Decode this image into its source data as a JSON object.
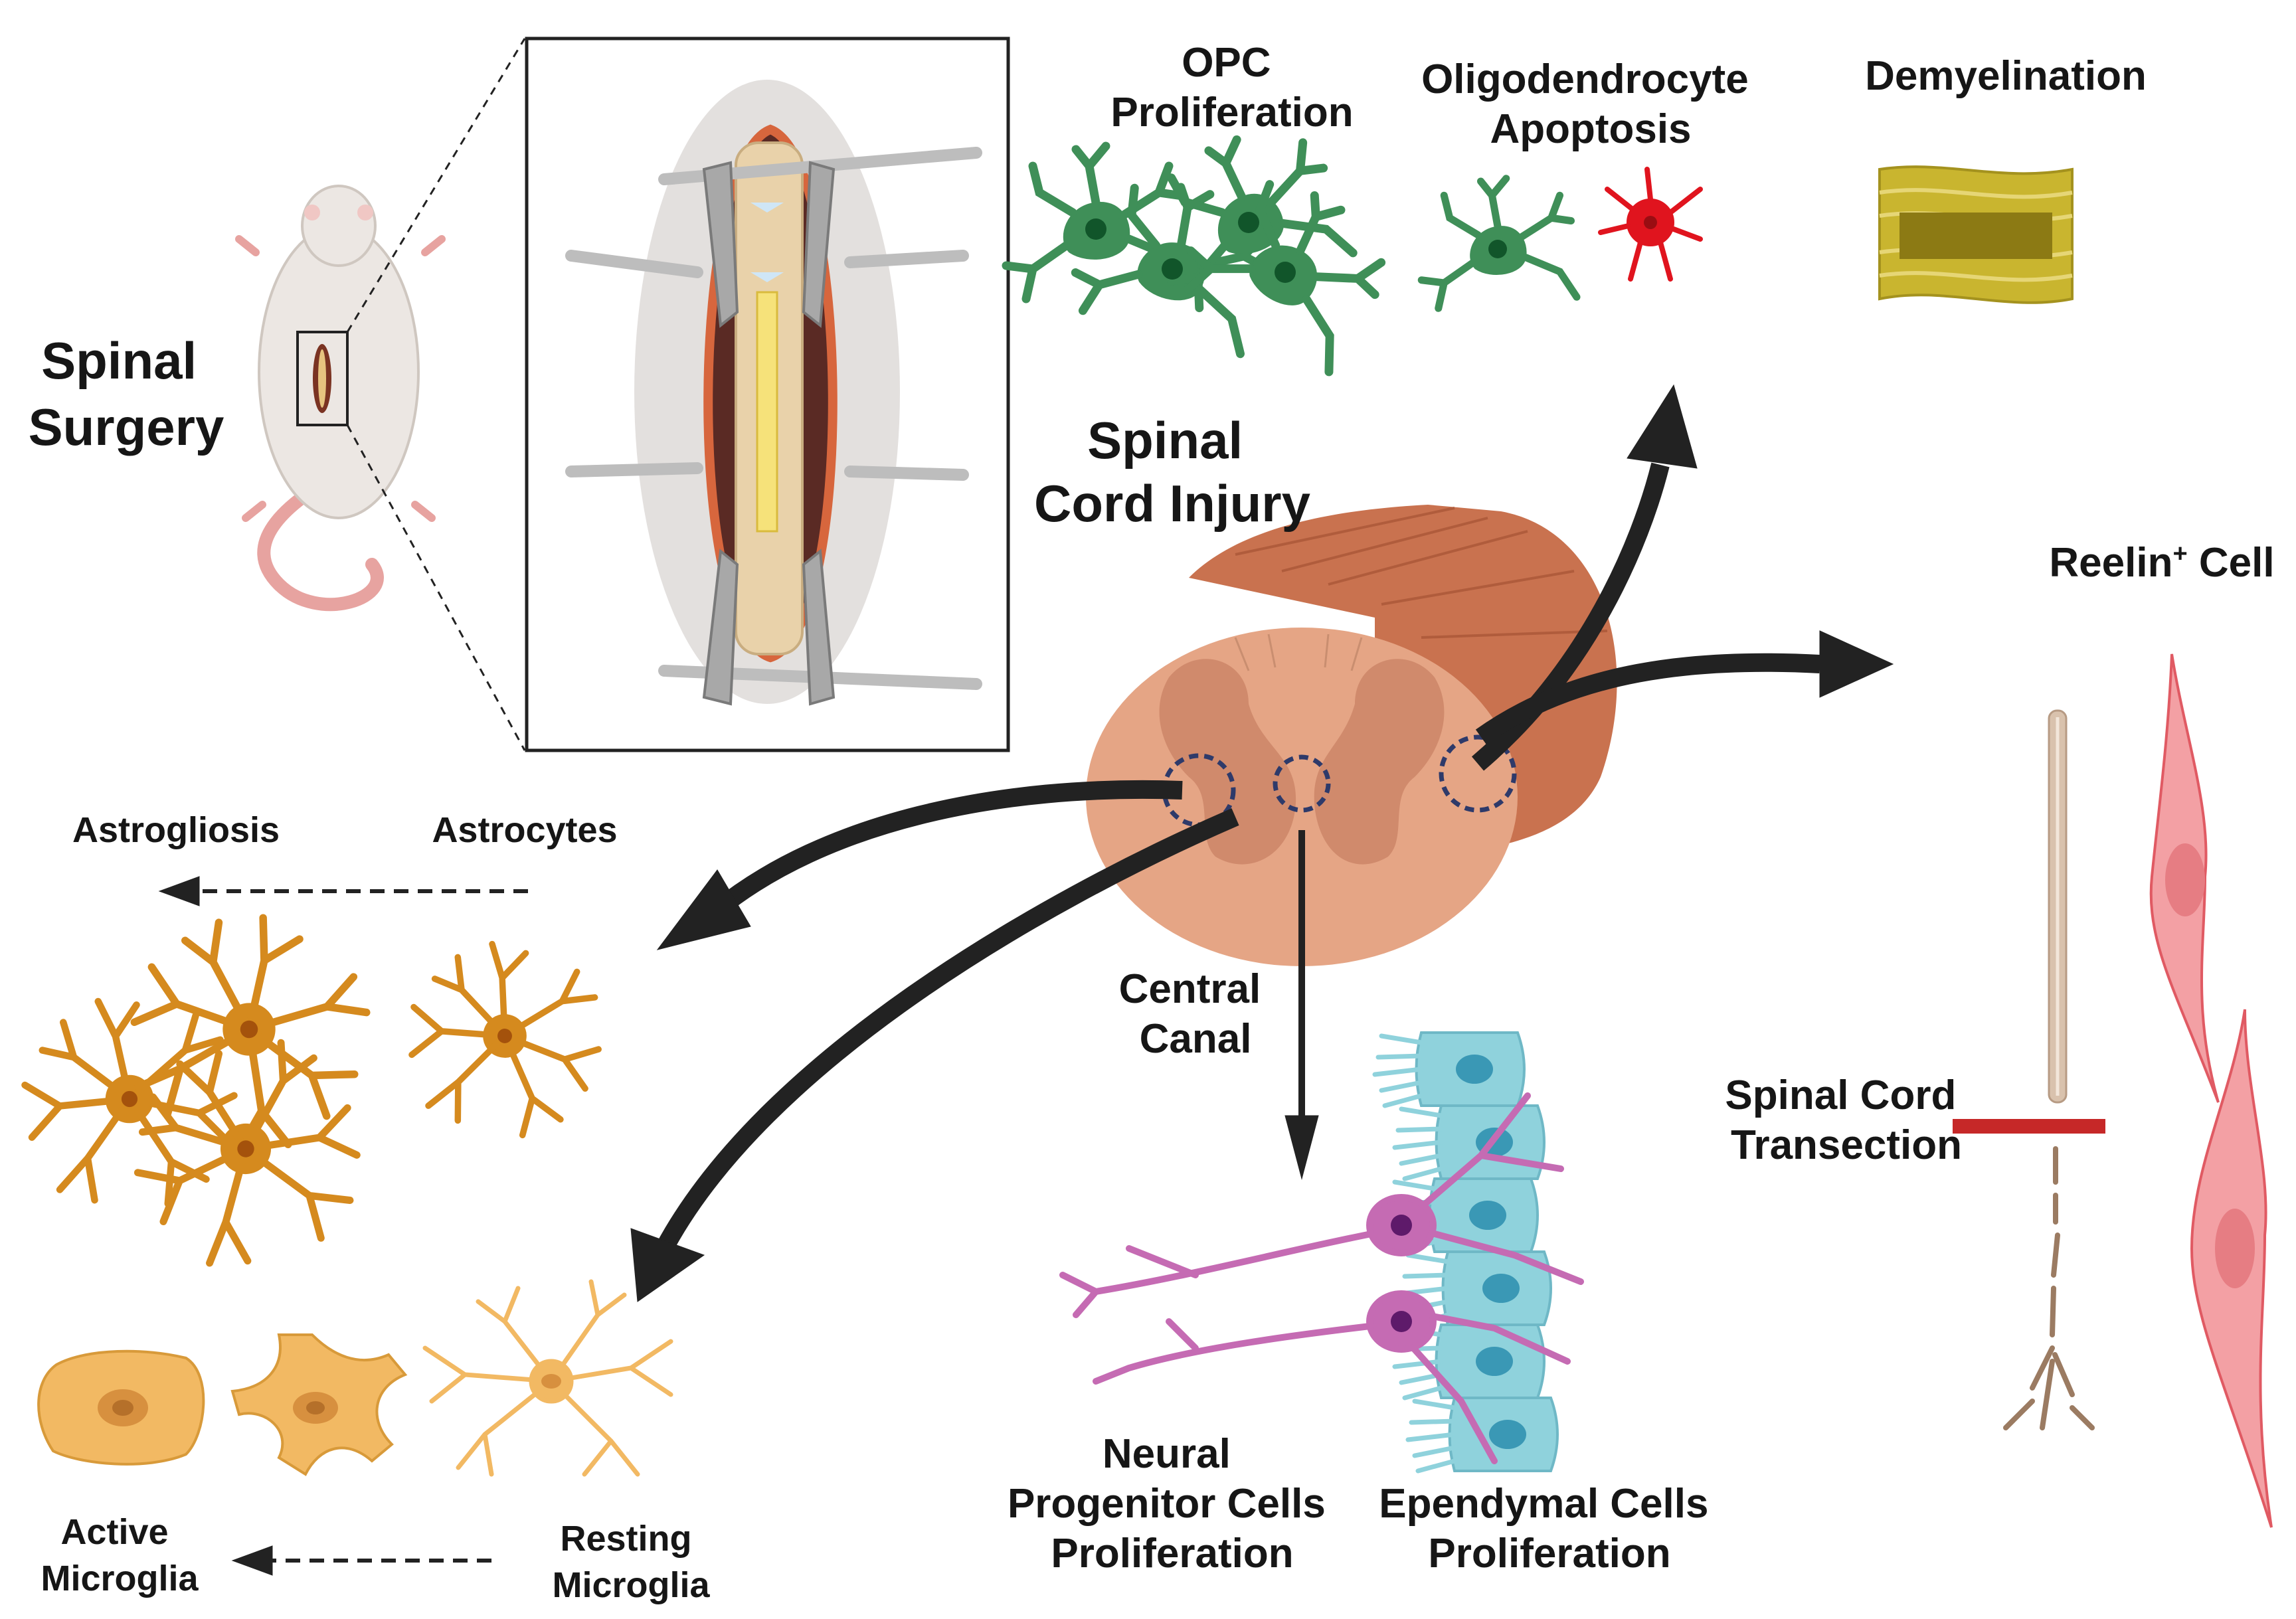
{
  "labels": {
    "spinal_surgery": [
      "Spinal",
      "Surgery"
    ],
    "sci": [
      "Spinal",
      "Cord Injury"
    ],
    "opc": [
      "OPC",
      "Proliferation"
    ],
    "oligo": [
      "Oligodendrocyte",
      "Apoptosis"
    ],
    "demyelination": "Demyelination",
    "reelin": "Reelin",
    "reelin_sup": "+",
    "reelin_suffix": " Cell",
    "transection": [
      "Spinal Cord",
      "Transection"
    ],
    "astrogliosis": "Astrogliosis",
    "astrocytes": "Astrocytes",
    "central_canal": [
      "Central",
      "Canal"
    ],
    "npc": [
      "Neural",
      "Progenitor Cells",
      "Proliferation"
    ],
    "ependymal": [
      "Ependymal Cells",
      "Proliferation"
    ],
    "active_microglia": [
      "Active",
      "Microglia"
    ],
    "resting_microglia": [
      "Resting",
      "Microglia"
    ]
  },
  "colors": {
    "opc": "#3f8f58",
    "apoptotic": "#e0141e",
    "myelin": "#c9b52f",
    "cord_outer": "#c9724f",
    "cord_gray": "#d08a6c",
    "cord_white": "#e5a585",
    "astrocyte": "#d58a1e",
    "microglia": "#f2b963",
    "npc": "#c56bb3",
    "ependymal": "#8fd2dc",
    "reelin_cell": "#f3a0a4",
    "axon": "#c9ad97",
    "transection": "#c62828"
  }
}
